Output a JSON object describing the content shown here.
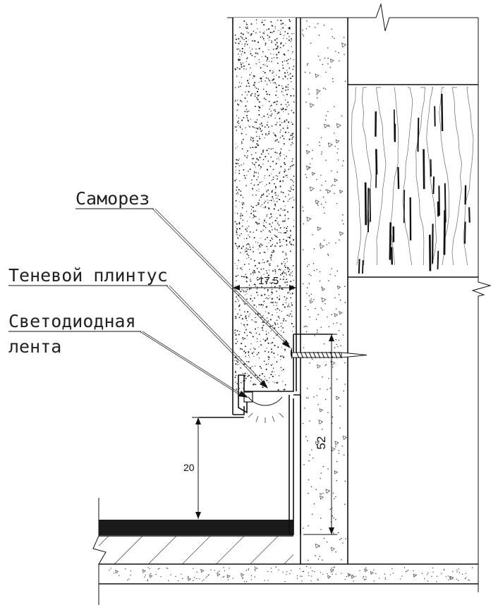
{
  "callouts": {
    "screw": "Саморез",
    "shadow_baseboard": "Теневой плинтус",
    "led_strip_line1": "Светодиодная",
    "led_strip_line2": "лента"
  },
  "dimensions": {
    "insulation_thickness": "17.5",
    "profile_height": "52",
    "floor_gap": "20"
  }
}
